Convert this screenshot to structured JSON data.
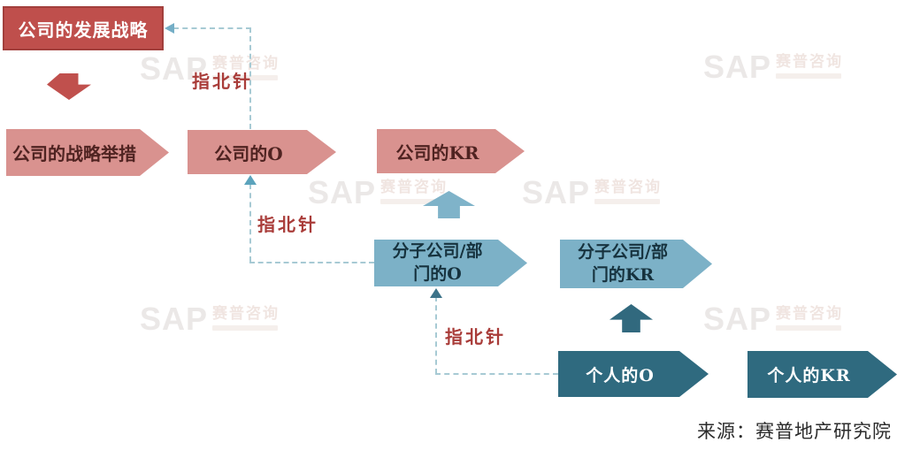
{
  "diagram": {
    "title_implicit": "OKR cascade",
    "strategy_box": "公司的发展战略",
    "initiatives_arrow": "公司的战略举措",
    "company_o": "公司的O",
    "company_kr": "公司的KR",
    "subsidiary_o": {
      "line1": "分子公司/部",
      "line2": "门的O"
    },
    "subsidiary_kr": {
      "line1": "分子公司/部",
      "line2": "门的KR"
    },
    "personal_o": "个人的O",
    "personal_kr": "个人的KR",
    "compass_label_top": "指北针",
    "compass_label_mid": "指北针",
    "compass_label_bottom": "指北针"
  },
  "watermark": {
    "logo": "SAP",
    "name": "赛普咨询"
  },
  "source_note": "来源：赛普地产研究院",
  "colors": {
    "strategy_red": "#bf4f4c",
    "strategy_border": "#a23f3c",
    "pink_arrow": "#d9928f",
    "pink_text": "#4f2321",
    "light_blue_arrow": "#7cb1c7",
    "blue_text": "#16323e",
    "dark_teal_arrow": "#2f6a7f",
    "dashed_line": "#a7cad4",
    "compass_red": "#a93c39",
    "watermark_gray": "#ebe8e7"
  }
}
